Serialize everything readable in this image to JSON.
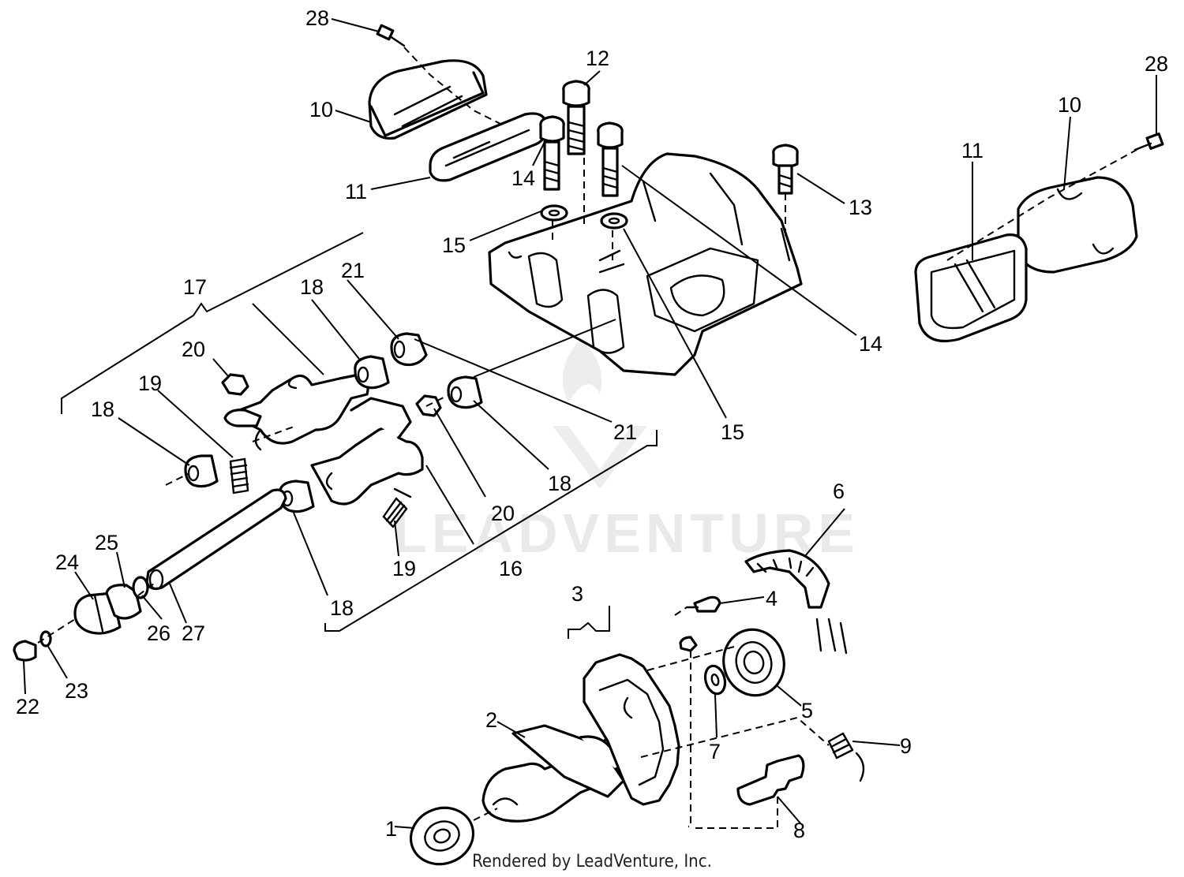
{
  "callouts": {
    "c1": "1",
    "c2": "2",
    "c3": "3",
    "c4": "4",
    "c5": "5",
    "c6": "6",
    "c7": "7",
    "c8": "8",
    "c9": "9",
    "c10a": "10",
    "c10b": "10",
    "c11a": "11",
    "c11b": "11",
    "c12": "12",
    "c13": "13",
    "c14a": "14",
    "c14b": "14",
    "c15a": "15",
    "c15b": "15",
    "c16": "16",
    "c17": "17",
    "c18a": "18",
    "c18b": "18",
    "c18c": "18",
    "c18d": "18",
    "c19a": "19",
    "c19b": "19",
    "c20a": "20",
    "c20b": "20",
    "c21a": "21",
    "c21b": "21",
    "c22": "22",
    "c23": "23",
    "c24": "24",
    "c25": "25",
    "c26": "26",
    "c27": "27",
    "c28a": "28",
    "c28b": "28"
  },
  "watermark": "LEADVENTURE",
  "footer": "Rendered by LeadVenture, Inc.",
  "colors": {
    "line": "#000000",
    "background": "#ffffff",
    "watermark": "#cfcfcf"
  }
}
